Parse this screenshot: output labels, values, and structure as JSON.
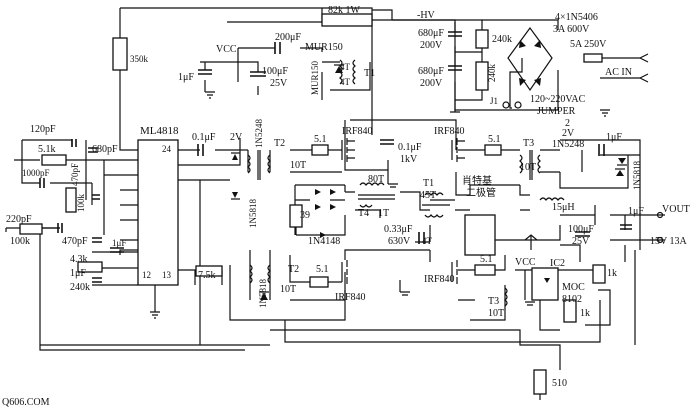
{
  "title": "",
  "watermark": "Q606.COM",
  "ic": {
    "name": "ML4818",
    "pins": {
      "p24": "24",
      "p12": "12",
      "p13": "13"
    }
  },
  "labels": {
    "r82k": "82k 1W",
    "vcc_top": "VCC",
    "hv_neg": "-HV",
    "bridge": "4×1N5406",
    "bridge_rating": "3A 600V",
    "fuse": "5A 250V",
    "acin": "AC IN",
    "acv": "120~220VAC",
    "jumper": "JUMPER",
    "j1": "J1",
    "c680a": "680μF",
    "c680a_v": "200V",
    "c680b": "680μF",
    "c680b_v": "200V",
    "r240a": "240k",
    "r240b": "240k",
    "r350k": "350k",
    "c200": "200μF",
    "c100": "100μF",
    "c100_v": "25V",
    "c1u_left": "1μF",
    "mur150": "MUR150",
    "mur150b": "MUR150",
    "t1_top": "T1",
    "w4t_a": "4T",
    "w4t_b": "4T",
    "c120p": "120pF",
    "r5_1k": "5.1k",
    "c1000p": "1000pF",
    "c680p": "680pF",
    "c470p_a": "470pF",
    "r100k_a": "100k",
    "c220p": "220pF",
    "r100k_b": "100k",
    "c470p_b": "470pF",
    "c1u_ic": "1μF",
    "r4_3k": "4.3k",
    "c1u_b": "1μF",
    "r240k_c": "240k",
    "r7_5k": "7.5k",
    "c0_1u_ic": "0.1μF",
    "in5248_l": "1N5248",
    "v2_l": "2V",
    "in5818_l": "1N5818",
    "t2_top": "T2",
    "t2_top_w": "10T",
    "r5_1_a": "5.1",
    "irf840_a": "IRF840",
    "c0_1u_kv": "0.1μF",
    "kv": "1kV",
    "irf840_b": "IRF840",
    "r5_1_b": "5.1",
    "t3_top": "T3",
    "t3_top_w": "10T",
    "v2_r": "2V",
    "in5248_r": "1N5248",
    "c1u_r": "1μF",
    "in5818_r": "1N5818",
    "t80": "80T",
    "r39": "39",
    "in4148": "1N4148",
    "t4": "T4",
    "t4_1t": "1T",
    "t1_mid": "T1",
    "t45": "45T",
    "c033": "0.33μF",
    "v630": "630V",
    "sch1": "肖特基",
    "sch2": "二极管",
    "w4t_c": "4T",
    "l15": "15μH",
    "c100_out": "100μF",
    "v25_out": "25V",
    "c1u_out": "1μF",
    "vout": "VOUT",
    "vout_spec": "15V 13A",
    "in5818_b": "1N5818",
    "t2_bot": "T2",
    "t2_bot_w": "10T",
    "r5_1_c": "5.1",
    "irf840_c": "IRF840",
    "irf840_d": "IRF840",
    "r5_1_d": "5.1",
    "t3_bot": "T3",
    "t3_bot_w": "10T",
    "vcc_bot": "VCC",
    "ic2": "IC2",
    "r1k_a": "1k",
    "moc": "MOC",
    "moc2": "8102",
    "r1k_b": "1k",
    "r510": "510",
    "x2": "2"
  }
}
